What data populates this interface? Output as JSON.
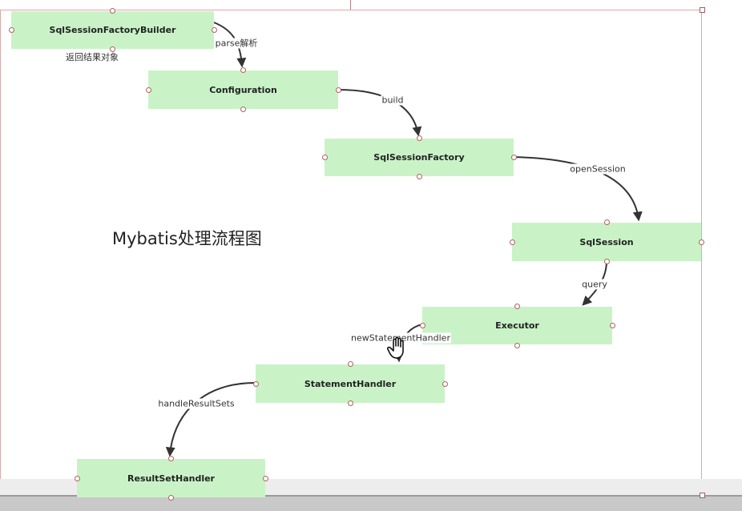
{
  "diagram": {
    "title": "Mybatis处理流程图",
    "note": "返回结果对象",
    "nodes": [
      {
        "id": "builder",
        "label": "SqlSessionFactoryBuilder"
      },
      {
        "id": "configuration",
        "label": "Configuration"
      },
      {
        "id": "factory",
        "label": "SqlSessionFactory"
      },
      {
        "id": "session",
        "label": "SqlSession"
      },
      {
        "id": "executor",
        "label": "Executor"
      },
      {
        "id": "statement",
        "label": "StatementHandler"
      },
      {
        "id": "resultset",
        "label": "ResultSetHandler"
      }
    ],
    "edges": [
      {
        "from": "builder",
        "to": "configuration",
        "label": "parse解析"
      },
      {
        "from": "configuration",
        "to": "factory",
        "label": "build"
      },
      {
        "from": "factory",
        "to": "session",
        "label": "openSession"
      },
      {
        "from": "session",
        "to": "executor",
        "label": "query"
      },
      {
        "from": "executor",
        "to": "statement",
        "label": "newStatementHandler"
      },
      {
        "from": "statement",
        "to": "resultset",
        "label": "handleResultSets"
      }
    ]
  },
  "colors": {
    "node_fill": "#c9f3c7",
    "edge": "#333333",
    "handle": "#b06060",
    "frame": "#d9a9a9"
  },
  "cursor": {
    "icon": "hand-pointer-icon"
  }
}
